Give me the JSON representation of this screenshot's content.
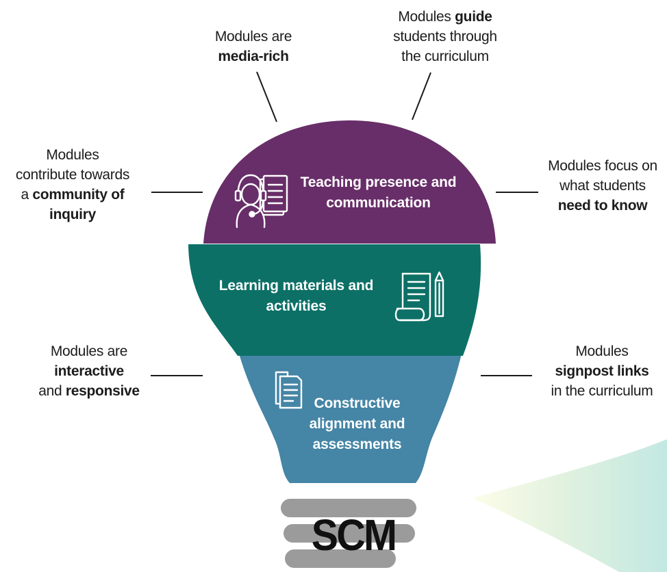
{
  "bands": {
    "top": {
      "line1": "Teaching presence and",
      "line2": "communication",
      "color": "#682e69",
      "icon": "headset-person-document-icon"
    },
    "middle": {
      "line1": "Learning materials and",
      "line2": "activities",
      "color": "#0c7066",
      "icon": "scroll-pencil-icon"
    },
    "bottom": {
      "line1": "Constructive",
      "line2": "alignment and",
      "line3": "assessments",
      "color": "#4585a6",
      "icon": "documents-icon"
    }
  },
  "base": {
    "label": "SCM",
    "color": "#9b9b9b"
  },
  "captions": {
    "media_rich": {
      "l1": "Modules are",
      "l2_bold": "media-rich"
    },
    "guide": {
      "l1a": "Modules ",
      "l1b_bold": "guide",
      "l2": "students through",
      "l3": "the curriculum"
    },
    "community": {
      "l1": "Modules",
      "l2": "contribute towards",
      "l3a": "a ",
      "l3b_bold": "community of",
      "l4_bold": "inquiry"
    },
    "focus": {
      "l1": "Modules focus on",
      "l2": "what students",
      "l3_bold": "need to know"
    },
    "interactive": {
      "l1": "Modules are",
      "l2_bold": "interactive",
      "l3a": "and ",
      "l3b_bold": "responsive"
    },
    "signpost": {
      "l1": "Modules",
      "l2_bold": "signpost links",
      "l3": "in the curriculum"
    }
  }
}
